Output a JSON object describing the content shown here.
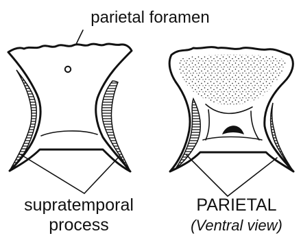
{
  "labels": {
    "top": "parietal foramen",
    "bottom_left_line1": "supratemporal",
    "bottom_left_line2": "process",
    "bottom_right_line1": "PARIETAL",
    "bottom_right_line2": "(Ventral view)"
  }
}
